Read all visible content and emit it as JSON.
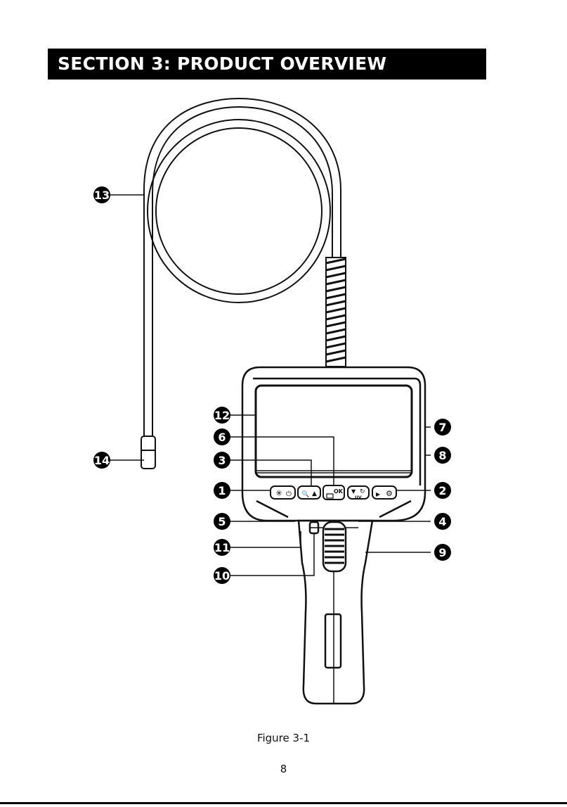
{
  "header": {
    "title": "SECTION 3: PRODUCT OVERVIEW"
  },
  "figure": {
    "callouts": [
      "1",
      "2",
      "3",
      "4",
      "5",
      "6",
      "7",
      "8",
      "9",
      "10",
      "11",
      "12",
      "13",
      "14"
    ],
    "button_labels": {
      "ok": "OK",
      "uv": "UV"
    }
  },
  "caption": "Figure 3-1",
  "page_number": "8"
}
